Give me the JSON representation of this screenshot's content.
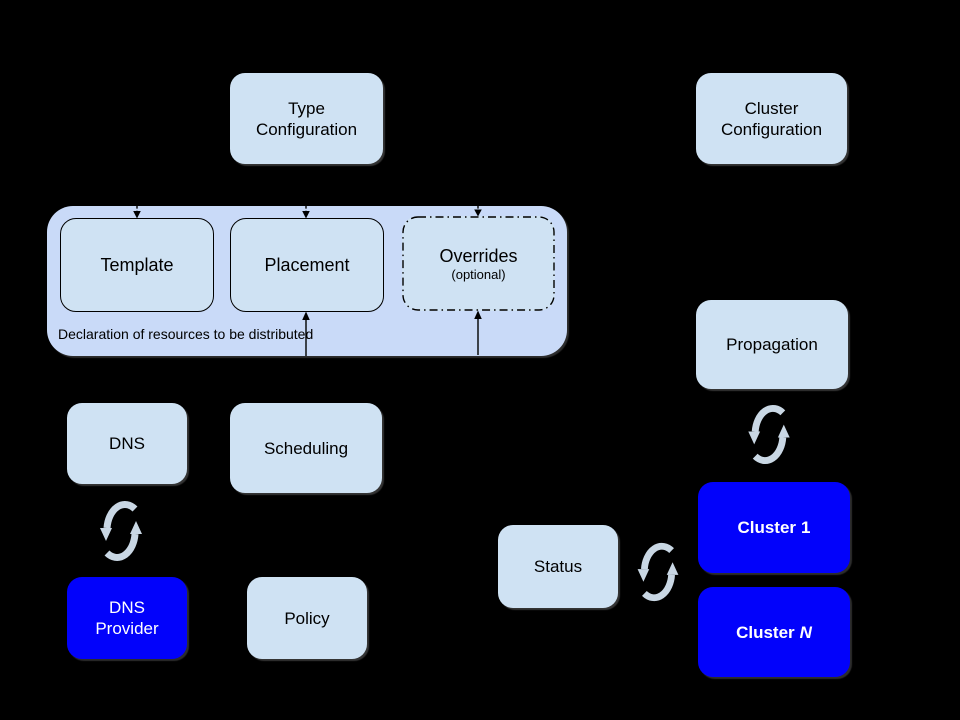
{
  "diagram": {
    "background": "#000000",
    "palette": {
      "light_box": "#cfe2f3",
      "group_box": "#c9daf8",
      "blue_box": "#0202fb",
      "dark_text": "#000000",
      "light_text": "#ffffff",
      "sync_arrow": "#c9d7e4",
      "connector": "#000000"
    },
    "nodes": {
      "type_configuration": {
        "line1": "Type",
        "line2": "Configuration"
      },
      "cluster_configuration": {
        "line1": "Cluster",
        "line2": "Configuration"
      },
      "template": {
        "label": "Template"
      },
      "placement": {
        "label": "Placement"
      },
      "overrides": {
        "label": "Overrides",
        "sublabel": "(optional)"
      },
      "group_caption": "Declaration of resources to be distributed",
      "dns": {
        "label": "DNS"
      },
      "scheduling": {
        "label": "Scheduling"
      },
      "dns_provider": {
        "line1": "DNS",
        "line2": "Provider"
      },
      "policy": {
        "label": "Policy"
      },
      "propagation": {
        "label": "Propagation"
      },
      "status": {
        "label": "Status"
      },
      "cluster_1": {
        "prefix": "Cluster",
        "suffix": "1"
      },
      "cluster_n": {
        "prefix": "Cluster",
        "suffix": "N"
      }
    }
  }
}
